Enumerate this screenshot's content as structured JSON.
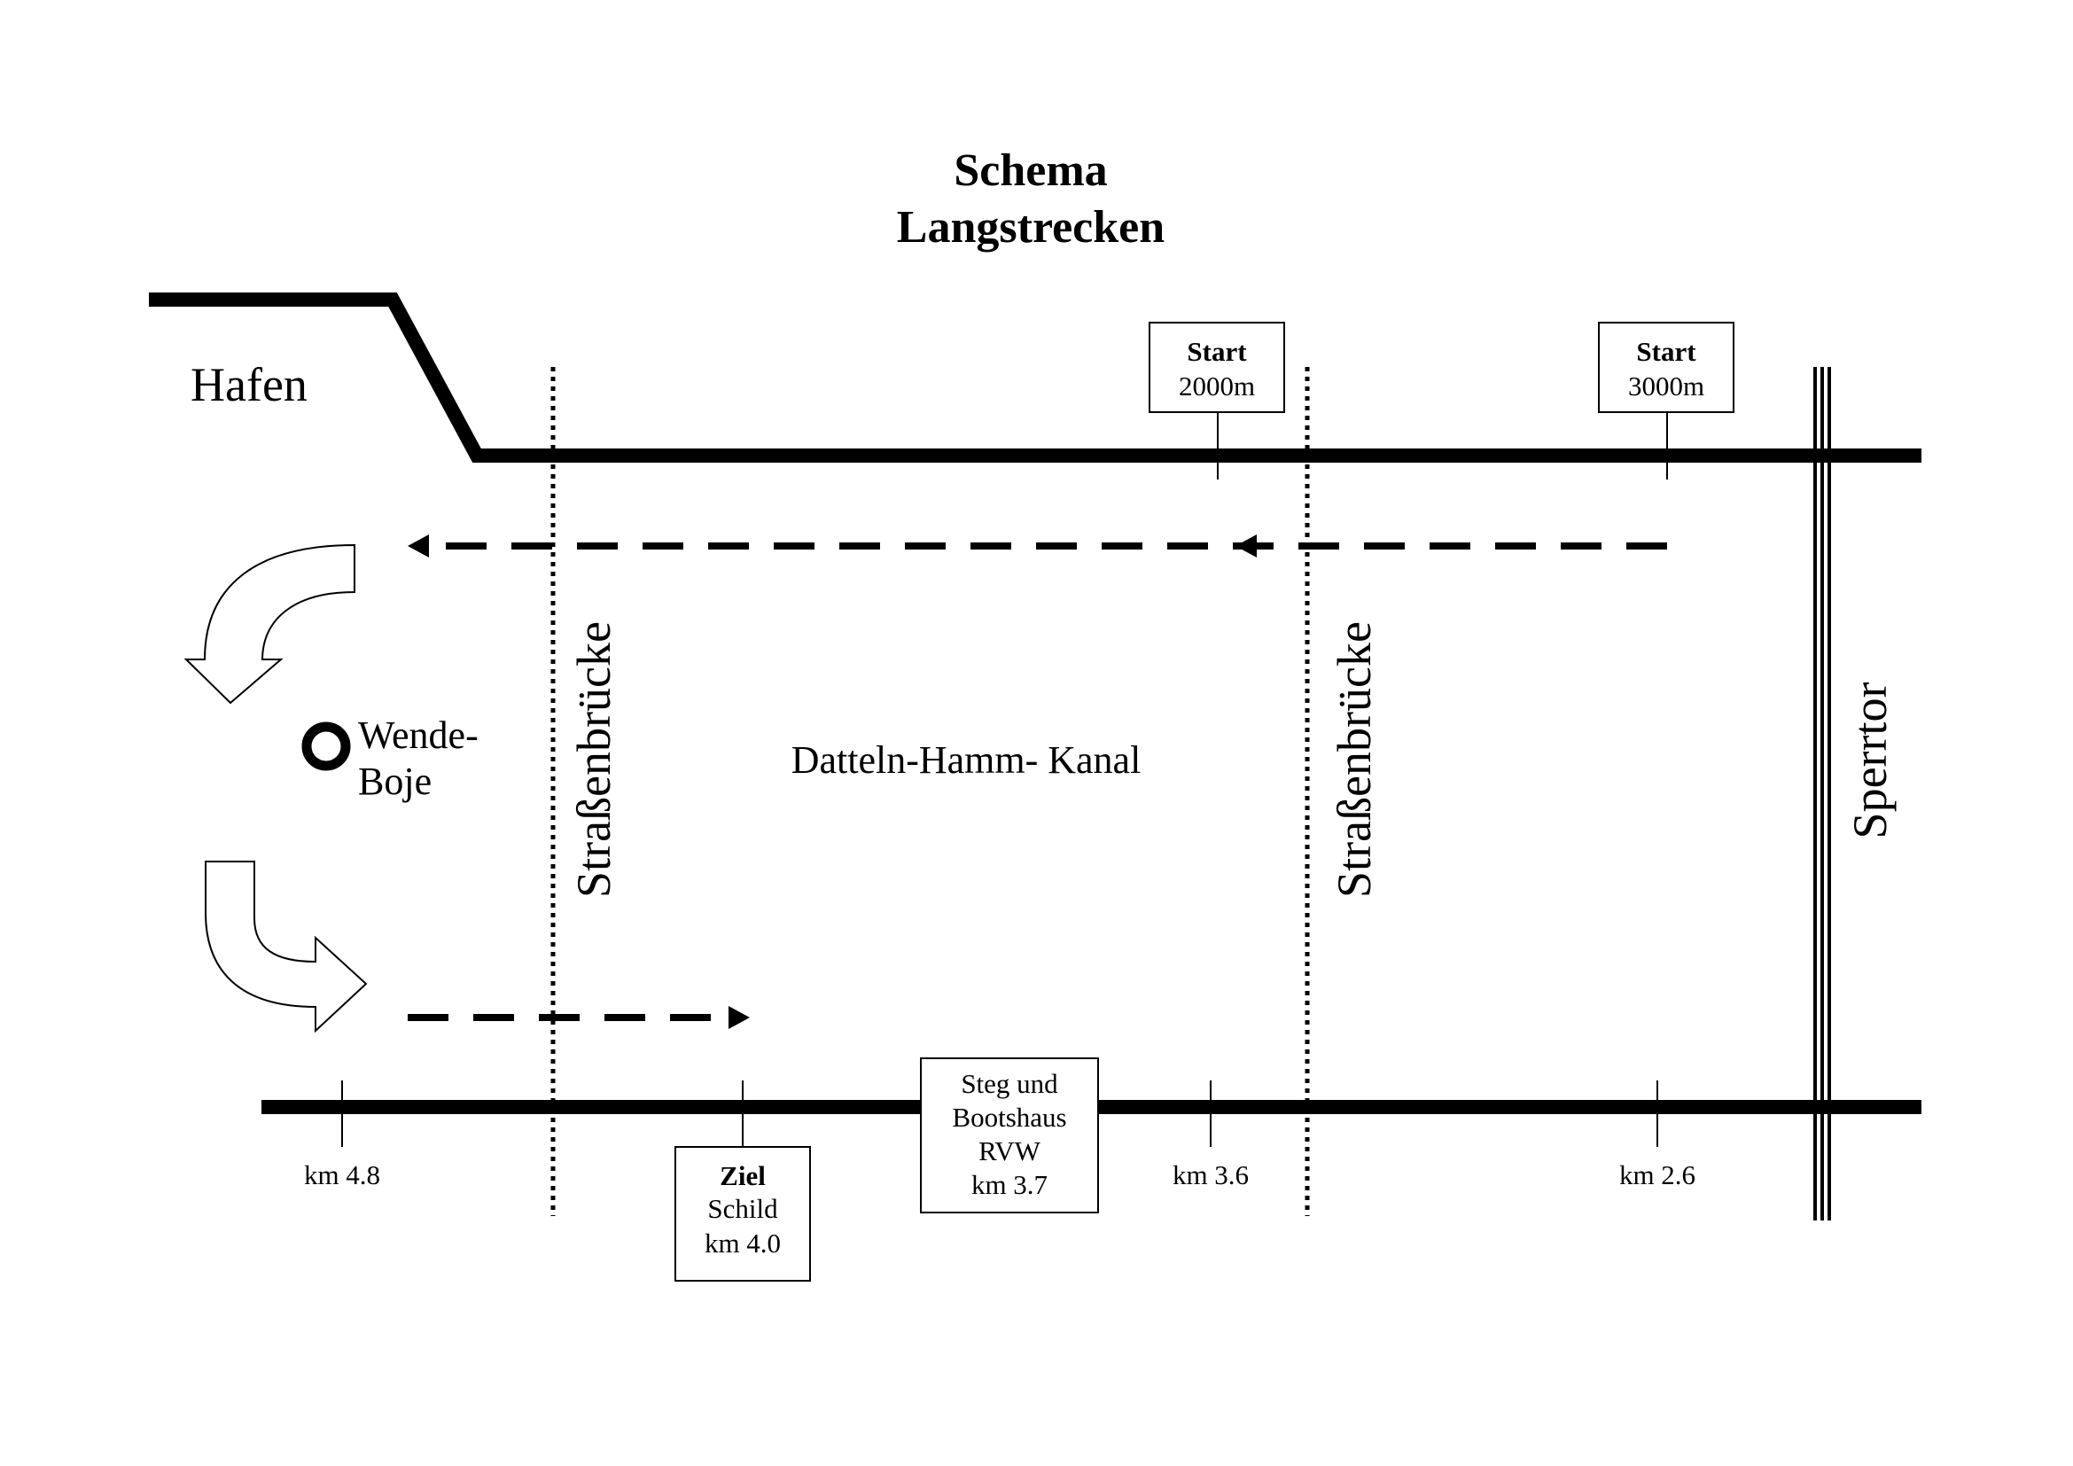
{
  "title": {
    "line1": "Schema",
    "line2": "Langstrecken"
  },
  "labels": {
    "harbor": "Hafen",
    "canal": "Datteln-Hamm- Kanal",
    "bridge_left": "Straßenbrücke",
    "bridge_right": "Straßenbrücke",
    "lock_gate": "Sperrtor",
    "turn_buoy_line1": "Wende-",
    "turn_buoy_line2": "Boje"
  },
  "boxes": {
    "start_2000": {
      "line1": "Start",
      "line2": "2000m"
    },
    "start_3000": {
      "line1": "Start",
      "line2": "3000m"
    },
    "finish": {
      "line1": "Ziel",
      "line2": "Schild",
      "line3": "km 4.0"
    },
    "boathouse": {
      "line1": "Steg und",
      "line2": "Bootshaus",
      "line3": "RVW",
      "line4": "km 3.7"
    }
  },
  "km_markers": {
    "km48": "km 4.8",
    "km36": "km 3.6",
    "km26": "km 2.6"
  },
  "colors": {
    "ink": "#000000",
    "background": "#ffffff"
  }
}
